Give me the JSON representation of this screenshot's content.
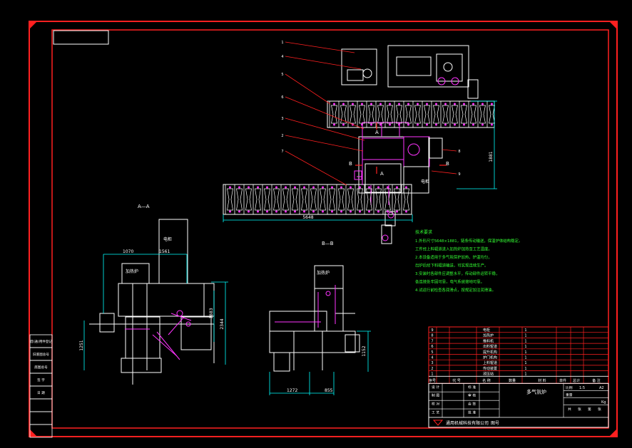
{
  "colors": {
    "background": "#000000",
    "frame": "#ff2020",
    "outline": "#ffffff",
    "dimension": "#00ffff",
    "part": "#ff33ff",
    "note": "#33ff33",
    "label": "#ffff00"
  },
  "views": {
    "section_aa": "A—A",
    "section_bb": "B—B",
    "top_marks": [
      "A",
      "A",
      "B",
      "B"
    ]
  },
  "dimensions": {
    "top_width": "5648",
    "top_height": "1881",
    "aa_left": "1070",
    "aa_right": "1561",
    "aa_height_outer": "2344",
    "aa_height_inner": "1883",
    "aa_side": "1251",
    "bb_width": "1272",
    "bb_offset": "855",
    "bb_height": "1152"
  },
  "labels": {
    "cabinet_a": "电柜",
    "cabinet_top": "电柜",
    "furnace_aa": "加热炉",
    "furnace_bb": "加热炉"
  },
  "balloons": [
    "1",
    "4",
    "5",
    "6",
    "3",
    "2",
    "7",
    "8",
    "9"
  ],
  "notes": {
    "title": "技术要求",
    "lines": [
      "1.外形尺寸5648×1881，链条传动输送，保温炉体结构稳定。",
      "  工件经上料辊道进入加热炉加热至工艺温度。",
      "2.本设备适用于多气氛保护加热，炉温均匀，",
      "  出炉后经下料辊道输送，可实现连续生产。",
      "3.安装时各部件应调整水平，传动部件运转平稳，",
      "  各连接处牢固可靠，电气系统接地可靠。",
      "4.试运行前检查各润滑点，按规定加注润滑油。"
    ]
  },
  "side_labels": [
    "借(通)用件登记",
    "旧底图总号",
    "底图总号",
    "签 字",
    "日 期",
    "",
    "",
    ""
  ],
  "title_block": {
    "parts": [
      {
        "no": "9",
        "name": "电柜",
        "qty": "1"
      },
      {
        "no": "8",
        "name": "加热炉",
        "qty": "1"
      },
      {
        "no": "7",
        "name": "推料机",
        "qty": "1"
      },
      {
        "no": "6",
        "name": "出料辊道",
        "qty": "1"
      },
      {
        "no": "5",
        "name": "提升机构",
        "qty": "1"
      },
      {
        "no": "4",
        "name": "炉门机构",
        "qty": "1"
      },
      {
        "no": "3",
        "name": "上料辊道",
        "qty": "1"
      },
      {
        "no": "2",
        "name": "传动装置",
        "qty": "1"
      },
      {
        "no": "1",
        "name": "液压站",
        "qty": "1"
      }
    ],
    "header": [
      "序号",
      "代 号",
      "名 称",
      "数量",
      "材 料",
      "单件",
      "总计",
      "备 注"
    ],
    "drawing_name": "多气氛炉",
    "scale_label": "比例",
    "scale": "1:5",
    "sheet_size": "A2",
    "weight_label": "重量",
    "weight_unit": "Kg",
    "sign_rows": [
      {
        "role": "设 计",
        "role2": "标 准"
      },
      {
        "role": "制 图",
        "role2": "审 核"
      },
      {
        "role": "校 对",
        "role2": "会 签"
      },
      {
        "role": "工 艺",
        "role2": "批 准"
      }
    ],
    "sheets": [
      "共",
      "张",
      "第",
      "张"
    ],
    "company": "通用机械科技有限公司",
    "drawing_no": "图号"
  }
}
